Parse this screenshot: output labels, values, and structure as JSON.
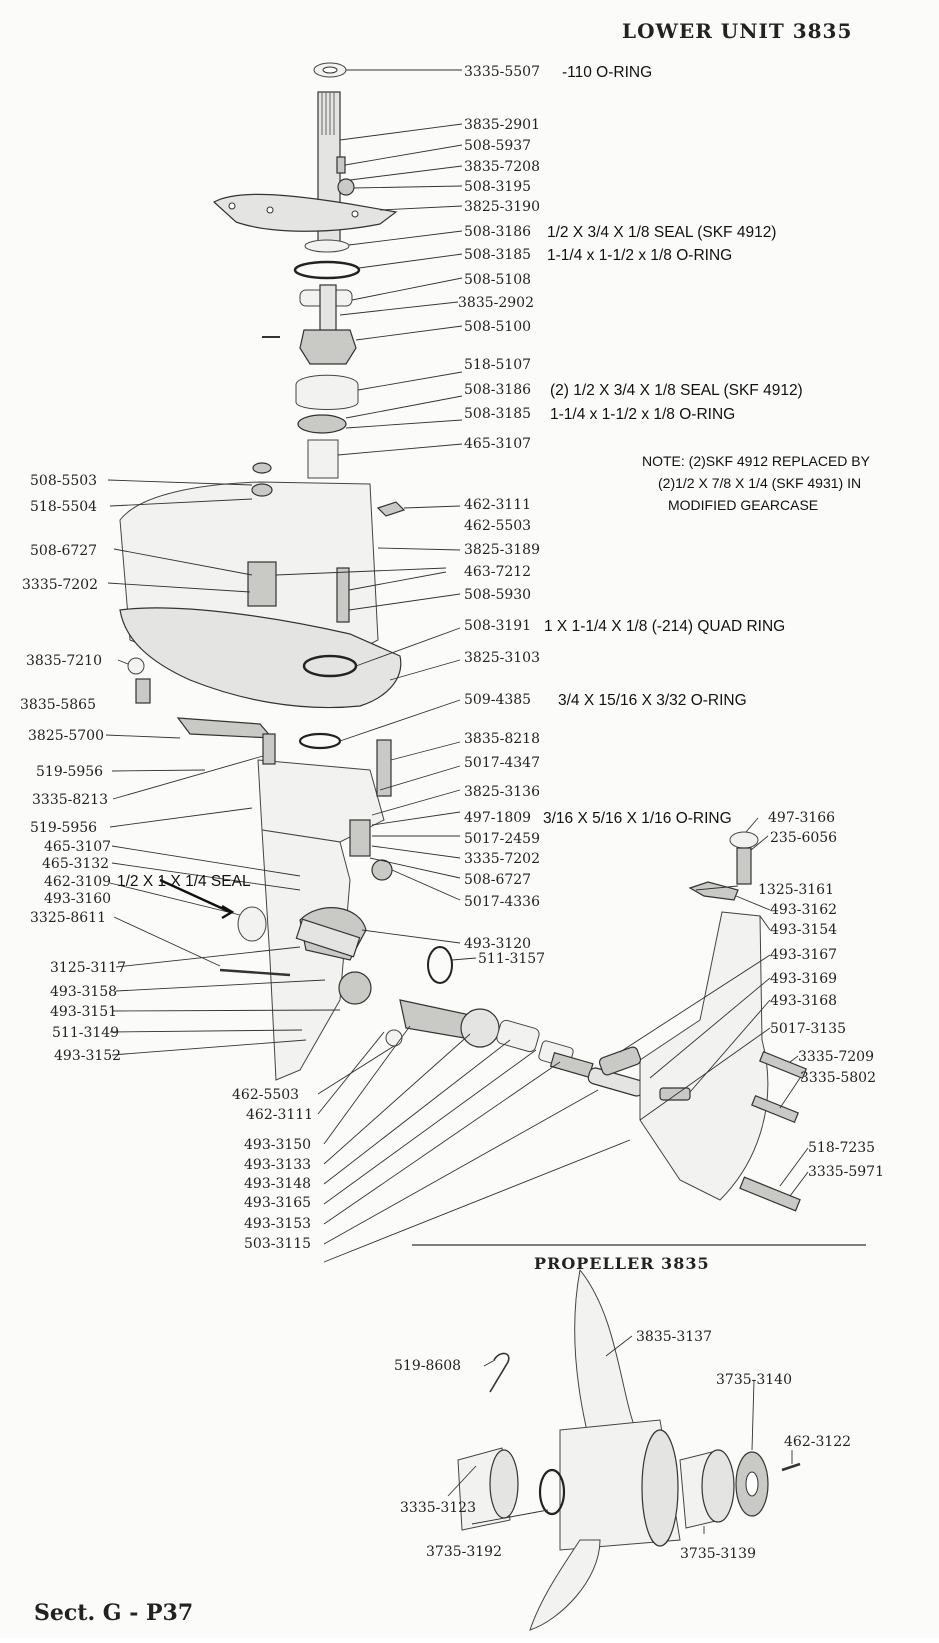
{
  "title": "LOWER UNIT 3835",
  "propeller_title": "PROPELLER 3835",
  "footer": "Sect. G - P37",
  "note": {
    "line1": "NOTE:  (2)SKF 4912 REPLACED BY",
    "line2": "(2)1/2 X 7/8 X 1/4 (SKF 4931) IN",
    "line3": "MODIFIED GEARCASE"
  },
  "right_labels": [
    {
      "pn": "3335-5507",
      "desc": "-110 O-RING"
    },
    {
      "pn": "3835-2901",
      "desc": ""
    },
    {
      "pn": "508-5937",
      "desc": ""
    },
    {
      "pn": "3835-7208",
      "desc": ""
    },
    {
      "pn": "508-3195",
      "desc": ""
    },
    {
      "pn": "3825-3190",
      "desc": ""
    },
    {
      "pn": "508-3186",
      "desc": "1/2 X 3/4 X 1/8 SEAL (SKF 4912)"
    },
    {
      "pn": "508-3185",
      "desc": "1-1/4 x 1-1/2 x 1/8 O-RING"
    },
    {
      "pn": "508-5108",
      "desc": ""
    },
    {
      "pn": "3835-2902",
      "desc": ""
    },
    {
      "pn": "508-5100",
      "desc": ""
    },
    {
      "pn": "518-5107",
      "desc": ""
    },
    {
      "pn": "508-3186",
      "desc": "(2)  1/2 X 3/4 X 1/8 SEAL (SKF 4912)"
    },
    {
      "pn": "508-3185",
      "desc": "1-1/4 x 1-1/2 x 1/8 O-RING"
    },
    {
      "pn": "465-3107",
      "desc": ""
    },
    {
      "pn": "462-3111",
      "desc": ""
    },
    {
      "pn": "462-5503",
      "desc": ""
    },
    {
      "pn": "3825-3189",
      "desc": ""
    },
    {
      "pn": "463-7212",
      "desc": ""
    },
    {
      "pn": "508-5930",
      "desc": ""
    },
    {
      "pn": "508-3191",
      "desc": "1 X 1-1/4 X 1/8 (-214) QUAD RING"
    },
    {
      "pn": "3825-3103",
      "desc": ""
    },
    {
      "pn": "509-4385",
      "desc": "3/4 X 15/16 X 3/32 O-RING"
    },
    {
      "pn": "3835-8218",
      "desc": ""
    },
    {
      "pn": "5017-4347",
      "desc": ""
    },
    {
      "pn": "3825-3136",
      "desc": ""
    },
    {
      "pn": "497-1809",
      "desc": "3/16 X 5/16 X 1/16 O-RING"
    },
    {
      "pn": "5017-2459",
      "desc": ""
    },
    {
      "pn": "3335-7202",
      "desc": ""
    },
    {
      "pn": "508-6727",
      "desc": ""
    },
    {
      "pn": "5017-4336",
      "desc": ""
    },
    {
      "pn": "493-3120",
      "desc": ""
    },
    {
      "pn": "511-3157",
      "desc": ""
    }
  ],
  "left_labels": [
    "508-5503",
    "518-5504",
    "508-6727",
    "3335-7202",
    "3835-7210",
    "3835-5865",
    "3825-5700",
    "519-5956",
    "3335-8213",
    "519-5956",
    "465-3107",
    "465-3132",
    "462-3109",
    "493-3160",
    "3325-8611",
    "3125-3117",
    "493-3158",
    "493-3151",
    "511-3149",
    "493-3152"
  ],
  "seal_callout": "1/2 X 1 X 1/4 SEAL",
  "bottom_labels": [
    "462-5503",
    "462-3111",
    "493-3150",
    "493-3133",
    "493-3148",
    "493-3165",
    "493-3153",
    "503-3115"
  ],
  "skeg_labels": [
    "497-3166",
    "235-6056",
    "1325-3161",
    "493-3162",
    "493-3154",
    "493-3167",
    "493-3169",
    "493-3168",
    "5017-3135",
    "3335-7209",
    "3335-5802",
    "518-7235",
    "3335-5971"
  ],
  "propeller_labels": [
    "3835-3137",
    "519-8608",
    "3735-3140",
    "462-3122",
    "3335-3123",
    "3735-3192",
    "3735-3139"
  ]
}
